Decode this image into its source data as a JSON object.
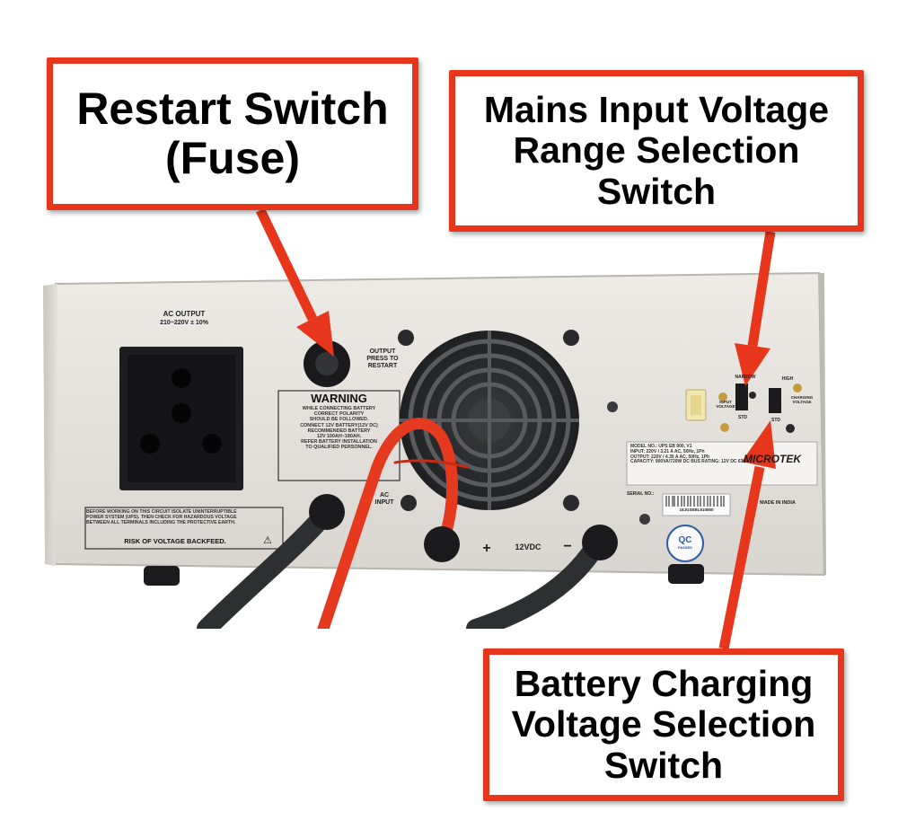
{
  "callouts": {
    "restart": "Restart Switch\n(Fuse)",
    "mains": "Mains Input Voltage\nRange Selection\nSwitch",
    "charging": "Battery Charging\nVoltage Selection\nSwitch"
  },
  "panel": {
    "ac_output": "AC OUTPUT",
    "ac_output_range": "210~220V ± 10%",
    "output_restart": "OUTPUT\nPRESS TO\nRESTART",
    "warning_title": "WARNING",
    "warning_text": "WHILE CONNECTING BATTERY\nCORRECT POLARITY\nSHOULD BE FOLLOWED.\nCONNECT 12V BATTERY(12V DC)\nRECOMMENDED BATTERY\n12V 100AH~180AH.\nREFER BATTERY INSTALLATION\nTO QUALIFIED PERSONNEL.",
    "isolation_text": "BEFORE WORKING ON THIS CIRCUIT ISOLATE UNINTERRUPTIBLE\nPOWER SYSTEM (UPS). THEN CHECK FOR HAZARDOUS VOLTAGE\nBETWEEN ALL TERMINALS INCLUDING THE PROTECTIVE EARTH.",
    "backfeed_text": "RISK OF VOLTAGE BACKFEED.",
    "ac_input": "AC\nINPUT",
    "plus": "+",
    "dc_label": "12VDC",
    "minus": "−",
    "narrow": "NARROW",
    "input_voltage": "INPUT\nVOLTAGE",
    "std_1": "STD",
    "high": "HIGH",
    "charging_voltage": "CHARGING\nVOLTAGE",
    "std_2": "STD",
    "model_text": "MODEL NO.: UPS EB 900, V1\nINPUT: 220V / 3.21 A AC, 50Hz, 1Ph\nOUTPUT: 220V / 4.35 A AC, 50Hz, 1Ph\nCAPACITY: 900VA/720W  DC BUS RATING: 12V DC 63A",
    "brand": "MICROTEK",
    "serial_label": "SERIAL NO.:",
    "serial_number": "16JGSEBL610850",
    "made_in": "MADE IN INDIA",
    "qc": "QC",
    "qc_sub": "PASSED"
  },
  "colors": {
    "callout_border": "#e8361c",
    "arrow": "#e8361c",
    "panel": "#e3e0dc",
    "red_cable": "#e53a1f",
    "dark_cable": "#2e2f31"
  }
}
